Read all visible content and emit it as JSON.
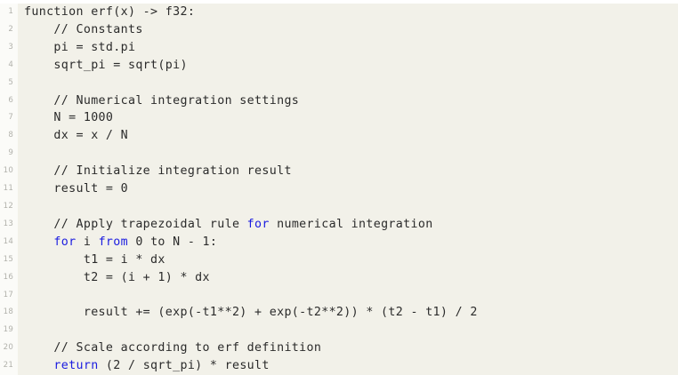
{
  "editor": {
    "language": "pseudocode",
    "colors": {
      "background": "#f2f1e9",
      "gutter_background": "#fbfbf8",
      "page_background": "#ffffff",
      "text": "#2b2b2b",
      "keyword": "#1b1ce0",
      "line_number": "#b2b2ac"
    },
    "first_line_number": 1,
    "last_line_number": 21,
    "total_lines": 21
  },
  "code": {
    "lines": [
      {
        "number": "1",
        "text": "function erf(x) -> f32:",
        "tokens": [
          {
            "t": "function erf(x) -> f32:",
            "k": false
          }
        ]
      },
      {
        "number": "2",
        "text": "    // Constants",
        "tokens": [
          {
            "t": "    // Constants",
            "k": false
          }
        ]
      },
      {
        "number": "3",
        "text": "    pi = std.pi",
        "tokens": [
          {
            "t": "    pi = std.pi",
            "k": false
          }
        ]
      },
      {
        "number": "4",
        "text": "    sqrt_pi = sqrt(pi)",
        "tokens": [
          {
            "t": "    sqrt_pi = sqrt(pi)",
            "k": false
          }
        ]
      },
      {
        "number": "5",
        "text": "",
        "tokens": []
      },
      {
        "number": "6",
        "text": "    // Numerical integration settings",
        "tokens": [
          {
            "t": "    // Numerical integration settings",
            "k": false
          }
        ]
      },
      {
        "number": "7",
        "text": "    N = 1000",
        "tokens": [
          {
            "t": "    N = 1000",
            "k": false
          }
        ]
      },
      {
        "number": "8",
        "text": "    dx = x / N",
        "tokens": [
          {
            "t": "    dx = x / N",
            "k": false
          }
        ]
      },
      {
        "number": "9",
        "text": "",
        "tokens": []
      },
      {
        "number": "10",
        "text": "    // Initialize integration result",
        "tokens": [
          {
            "t": "    // Initialize integration result",
            "k": false
          }
        ]
      },
      {
        "number": "11",
        "text": "    result = 0",
        "tokens": [
          {
            "t": "    result = 0",
            "k": false
          }
        ]
      },
      {
        "number": "12",
        "text": "",
        "tokens": []
      },
      {
        "number": "13",
        "text": "    // Apply trapezoidal rule for numerical integration",
        "tokens": [
          {
            "t": "    // Apply trapezoidal rule ",
            "k": false
          },
          {
            "t": "for",
            "k": true
          },
          {
            "t": " numerical integration",
            "k": false
          }
        ]
      },
      {
        "number": "14",
        "text": "    for i from 0 to N - 1:",
        "tokens": [
          {
            "t": "    ",
            "k": false
          },
          {
            "t": "for",
            "k": true
          },
          {
            "t": " i ",
            "k": false
          },
          {
            "t": "from",
            "k": true
          },
          {
            "t": " 0 to N - 1:",
            "k": false
          }
        ]
      },
      {
        "number": "15",
        "text": "        t1 = i * dx",
        "tokens": [
          {
            "t": "        t1 = i * dx",
            "k": false
          }
        ]
      },
      {
        "number": "16",
        "text": "        t2 = (i + 1) * dx",
        "tokens": [
          {
            "t": "        t2 = (i + 1) * dx",
            "k": false
          }
        ]
      },
      {
        "number": "17",
        "text": "",
        "tokens": []
      },
      {
        "number": "18",
        "text": "        result += (exp(-t1**2) + exp(-t2**2)) * (t2 - t1) / 2",
        "tokens": [
          {
            "t": "        result += (exp(-t1**2) + exp(-t2**2)) * (t2 - t1) / 2",
            "k": false
          }
        ]
      },
      {
        "number": "19",
        "text": "",
        "tokens": []
      },
      {
        "number": "20",
        "text": "    // Scale according to erf definition",
        "tokens": [
          {
            "t": "    // Scale according to erf definition",
            "k": false
          }
        ]
      },
      {
        "number": "21",
        "text": "    return (2 / sqrt_pi) * result",
        "tokens": [
          {
            "t": "    ",
            "k": false
          },
          {
            "t": "return",
            "k": true
          },
          {
            "t": " (2 / sqrt_pi) * result",
            "k": false
          }
        ]
      }
    ]
  }
}
